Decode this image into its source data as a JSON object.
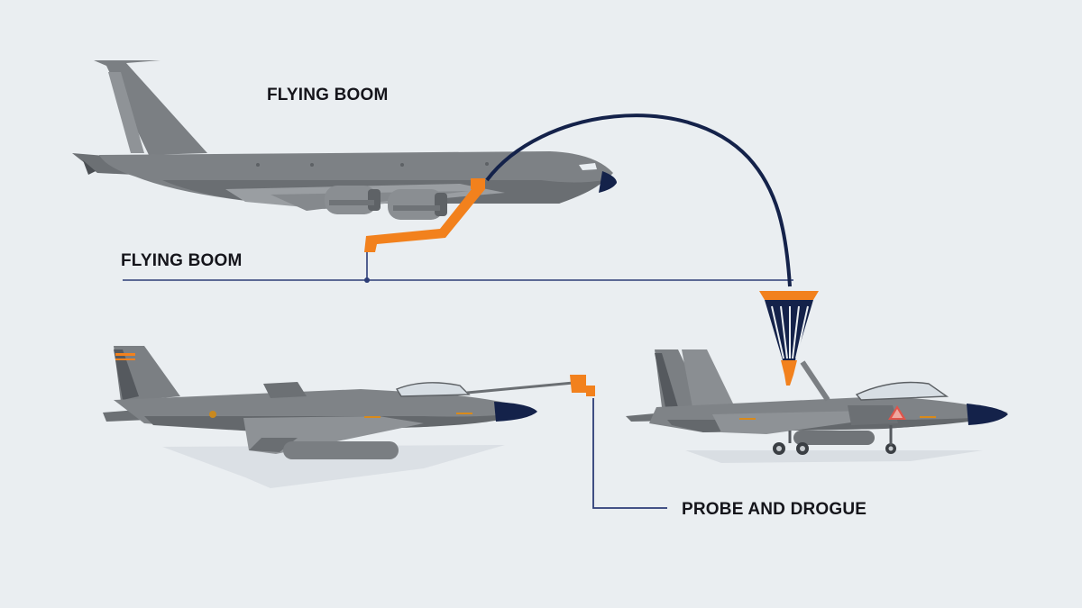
{
  "labels": {
    "title_boom": "FLYING BOOM",
    "boom_callout": "FLYING BOOM",
    "probe_callout": "PROBE AND DROGUE"
  },
  "colors": {
    "background": "#eaeef1",
    "aircraft_gray": "#7b7f83",
    "aircraft_dark": "#55595e",
    "nose_navy": "#14224a",
    "boom_orange": "#f2811d",
    "hose_navy": "#14224a",
    "callout_line": "#2c3d77",
    "label_text": "#15151b"
  },
  "icons": [
    "tanker-aircraft-icon",
    "fighter-jet-icon",
    "fighter-jet-icon",
    "drogue-basket-icon",
    "refueling-probe-icon"
  ]
}
